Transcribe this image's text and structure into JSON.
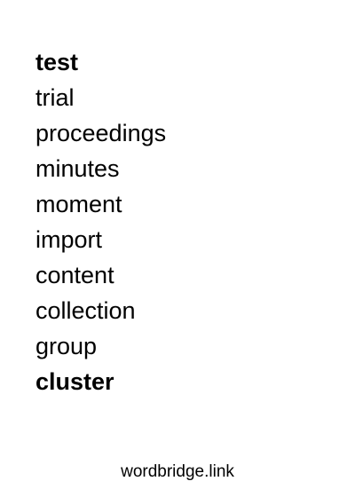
{
  "words": [
    {
      "text": "test",
      "bold": true
    },
    {
      "text": "trial",
      "bold": false
    },
    {
      "text": "proceedings",
      "bold": false
    },
    {
      "text": "minutes",
      "bold": false
    },
    {
      "text": "moment",
      "bold": false
    },
    {
      "text": "import",
      "bold": false
    },
    {
      "text": "content",
      "bold": false
    },
    {
      "text": "collection",
      "bold": false
    },
    {
      "text": "group",
      "bold": false
    },
    {
      "text": "cluster",
      "bold": true
    }
  ],
  "footer": {
    "site": "wordbridge.link"
  }
}
